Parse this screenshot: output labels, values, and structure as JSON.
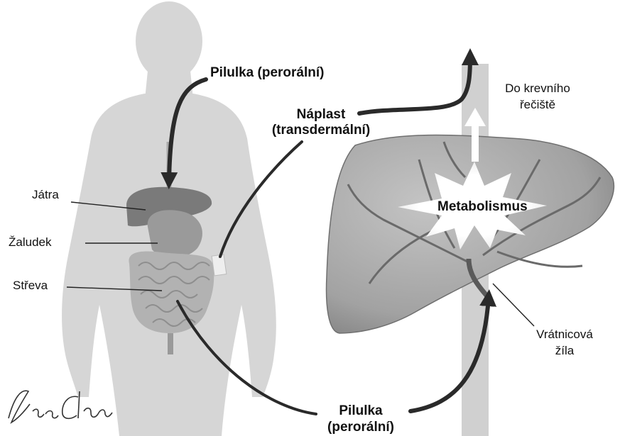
{
  "labels": {
    "pill_oral_top": "Pilulka (perorální)",
    "patch_line1": "Náplast",
    "patch_line2": "(transdermální)",
    "bloodstream_line1": "Do krevního",
    "bloodstream_line2": "řečiště",
    "liver": "Játra",
    "stomach": "Žaludek",
    "intestines": "Střeva",
    "metabolism": "Metabolismus",
    "portal_vein_line1": "Vrátnicová",
    "portal_vein_line2": "žíla",
    "pill_oral_bottom_line1": "Pilulka",
    "pill_oral_bottom_line2": "(perorální)"
  },
  "signature": "Lisa Clark",
  "colors": {
    "silhouette": "#d5d5d5",
    "liver": "#8c8c8c",
    "arrow": "#2a2a2a",
    "organ_large": "#a9a9a9"
  }
}
